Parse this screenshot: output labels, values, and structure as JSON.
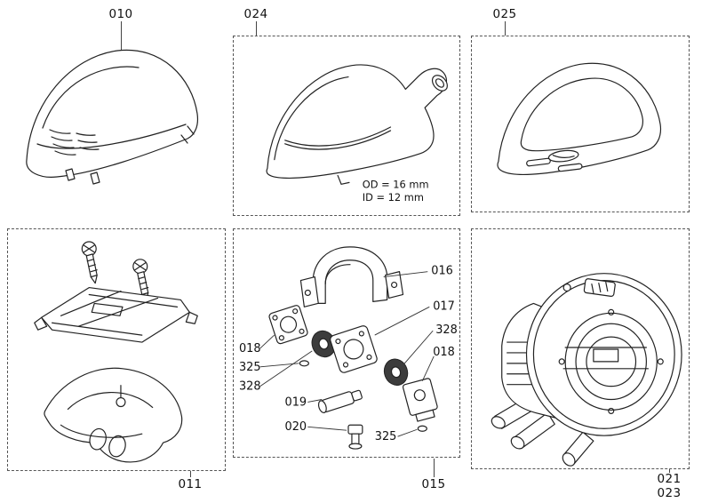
{
  "page": {
    "background": "#ffffff",
    "line_color": "#222222"
  },
  "panels": {
    "p010": {
      "label": "010"
    },
    "p024": {
      "label": "024",
      "note1": "OD = 16 mm",
      "note2": "ID = 12 mm"
    },
    "p025": {
      "label": "025"
    },
    "p011": {
      "label": "011"
    },
    "p015": {
      "label": "015",
      "callouts": [
        "016",
        "017",
        "328",
        "018",
        "018",
        "325",
        "328",
        "019",
        "020",
        "325"
      ]
    },
    "p021": {
      "label1": "021",
      "label2": "023"
    }
  }
}
